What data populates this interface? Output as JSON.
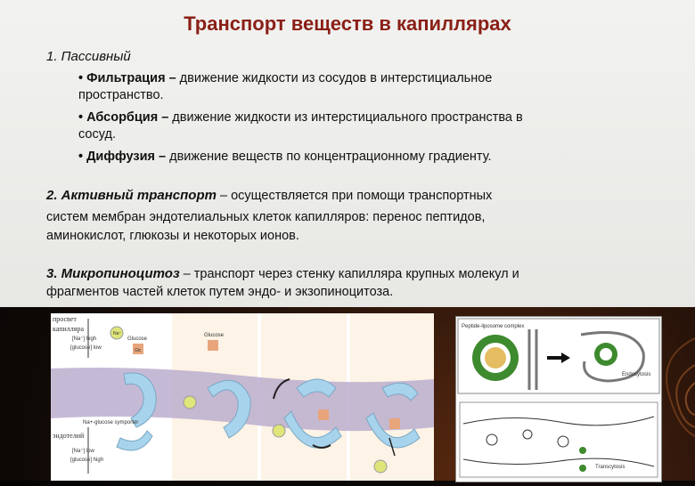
{
  "title": "Транспорт веществ в капиллярах",
  "section1": {
    "heading": "1. Пассивный",
    "items": [
      {
        "term": "• Фильтрация –",
        "text": " движение жидкости из сосудов в интерстициальное",
        "cont": "пространство."
      },
      {
        "term": "• Абсорбция –",
        "text": " движение жидкости из интерстициального пространства в",
        "cont": "сосуд."
      },
      {
        "term": "• Диффузия –",
        "text": "  движение веществ по концентрационному градиенту."
      }
    ]
  },
  "section2": {
    "lead": "2. Активный транспорт",
    "line1": " – осуществляется при помощи транспортных",
    "line2": "систем  мембран эндотелиальных клеток капилляров: перенос пептидов,",
    "line3": "аминокислот, глюкозы и некоторых ионов."
  },
  "section3": {
    "lead": "3. Микропиноцитоз",
    "line1": " – транспорт через стенку капилляра крупных молекул и",
    "line2": "фрагментов частей клеток путем эндо- и экзопиноцитоза."
  },
  "figure_left": {
    "top_label_1": "просвет",
    "top_label_2": "капилляра",
    "na_high": "[Na⁺] high",
    "glucose_low": "[glucose] low",
    "glucose": "Glucose",
    "na_ion": "Na⁺",
    "symporter": "Na+-glucose symporter",
    "bottom_label": "эндотелий",
    "na_low": "[Na⁺] low",
    "glucose_high": "[glucose] high",
    "glc": "Glc"
  },
  "figure_right": {
    "complex": "Peptide-liposome complex",
    "endocytosis": "Endocytosis",
    "transcytosis": "Transcytosis"
  },
  "colors": {
    "title": "#8a1f16",
    "membrane": "#b7a9cc",
    "protein": "#a8d3ec",
    "glucose": "#e8a57c",
    "sodium": "#e0e57a"
  }
}
